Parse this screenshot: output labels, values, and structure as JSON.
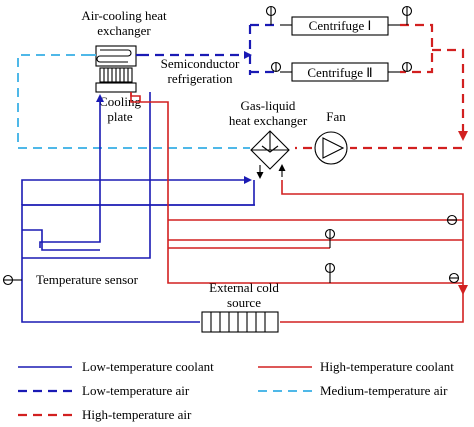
{
  "components": {
    "air_cooling_hx_line1": "Air-cooling heat",
    "air_cooling_hx_line2": "exchanger",
    "semiconductor_line1": "Semiconductor",
    "semiconductor_line2": "refrigeration",
    "cooling_plate_line1": "Cooling",
    "cooling_plate_line2": "plate",
    "centrifuge_1": "Centrifuge Ⅰ",
    "centrifuge_2": "Centrifuge Ⅱ",
    "gas_liquid_hx_line1": "Gas-liquid",
    "gas_liquid_hx_line2": "heat exchanger",
    "fan": "Fan",
    "temperature_sensor": "Temperature sensor",
    "external_cold_line1": "External cold",
    "external_cold_line2": "source"
  },
  "legend": {
    "low_temp_coolant": "Low-temperature coolant",
    "high_temp_coolant": "High-temperature coolant",
    "low_temp_air": "Low-temperature air",
    "medium_temp_air": "Medium-temperature air",
    "high_temp_air": "High-temperature air"
  },
  "colors": {
    "low_temperature": "#1a1ab4",
    "high_temperature": "#d22020",
    "medium_temperature": "#4fb8e8"
  }
}
